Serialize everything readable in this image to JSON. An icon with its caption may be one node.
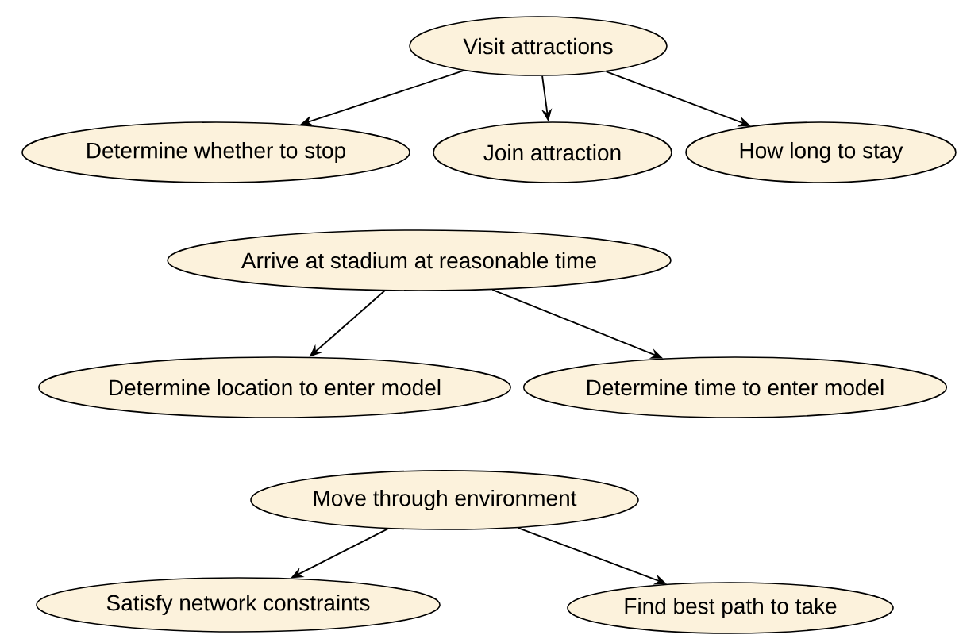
{
  "diagram": {
    "nodes": [
      {
        "text": [
          "Visit attractions"
        ]
      },
      {
        "text": [
          "Determine whether to stop"
        ]
      },
      {
        "text": [
          "Join attraction"
        ]
      },
      {
        "text": [
          "How long to stay"
        ]
      },
      {
        "text": [
          "Arrive at stadium at reasonable time"
        ]
      },
      {
        "text": [
          "Determine location to enter model"
        ]
      },
      {
        "text": [
          "Determine time to enter model"
        ]
      },
      {
        "text": [
          "Move through environment"
        ]
      },
      {
        "text": [
          "Satisfy network constraints"
        ]
      },
      {
        "text": [
          "Find best path to take"
        ]
      }
    ],
    "edges": [
      {
        "from": 0,
        "to": 1,
        "arrow": "to"
      },
      {
        "from": 0,
        "to": 2,
        "arrow": "to"
      },
      {
        "from": 0,
        "to": 3,
        "arrow": "to"
      },
      {
        "from": 4,
        "to": 5,
        "arrow": "to"
      },
      {
        "from": 4,
        "to": 6,
        "arrow": "to"
      },
      {
        "from": 7,
        "to": 8,
        "arrow": "to"
      },
      {
        "from": 7,
        "to": 9,
        "arrow": "to"
      }
    ]
  }
}
